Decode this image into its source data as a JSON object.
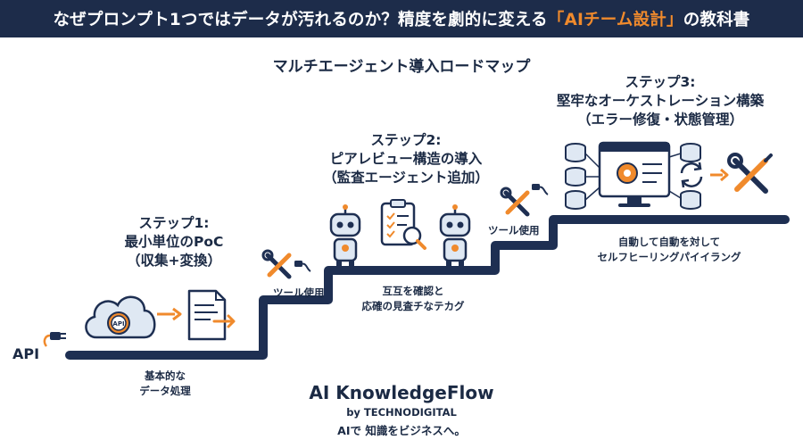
{
  "header": {
    "title_prefix": "なぜプロンプト1つではデータが汚れるのか？精度を劇的に変える",
    "title_accent": "「AIチーム設計」",
    "title_suffix": "の教科書"
  },
  "roadmap_title": "マルチエージェント導入ロードマップ",
  "step1": {
    "line1": "ステップ1:",
    "line2": "最小単位のPoC",
    "line3": "（収集+変換）"
  },
  "step2": {
    "line1": "ステップ2:",
    "line2": "ピアレビュー構造の導入",
    "line3": "（監査エージェント追加）"
  },
  "step3": {
    "line1": "ステップ3:",
    "line2": "堅牢なオーケストレーション構築",
    "line3": "（エラー修復・状態管理）"
  },
  "api_label": "API",
  "cloud_api_text": "API",
  "tool_use_1": "ツール使用",
  "tool_use_2": "ツール使用",
  "step1_caption": {
    "line1": "基本的な",
    "line2": "データ処理"
  },
  "step2_caption": {
    "line1": "互互を確認と",
    "line2": "応確の見査チなテカグ"
  },
  "step3_caption": {
    "line1": "自動して自動を対して",
    "line2": "セルフヒーリングパイイラング"
  },
  "brand": {
    "name": "AI KnowledgeFlow",
    "by": "by TECHNODIGITAL",
    "tagline": "AIで 知識をビジネスへ。"
  },
  "colors": {
    "navy": "#1d2c4a",
    "accent": "#f08a2c",
    "stair": "#1e2f52",
    "icon_bg": "#dfe8f3"
  }
}
